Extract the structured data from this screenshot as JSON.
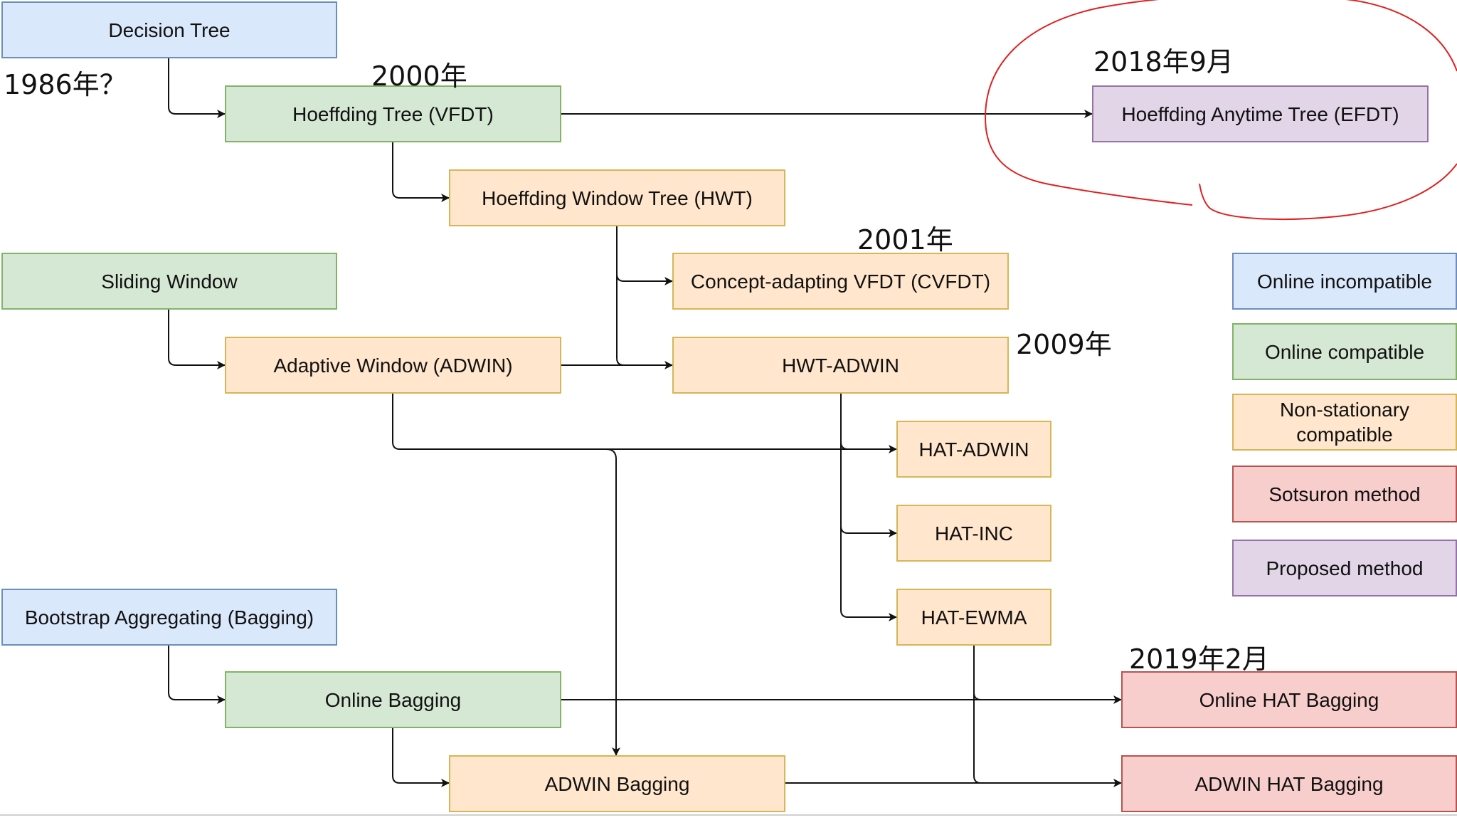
{
  "nodes": {
    "decision_tree": "Decision Tree",
    "hoeffding_tree": "Hoeffding Tree (VFDT)",
    "hoeffding_anytime_tree": "Hoeffding Anytime Tree (EFDT)",
    "hoeffding_window_tree": "Hoeffding Window Tree (HWT)",
    "sliding_window": "Sliding Window",
    "cvfdt": "Concept-adapting VFDT (CVFDT)",
    "adwin": "Adaptive Window (ADWIN)",
    "hwt_adwin": "HWT-ADWIN",
    "hat_adwin": "HAT-ADWIN",
    "hat_inc": "HAT-INC",
    "hat_ewma": "HAT-EWMA",
    "bagging": "Bootstrap Aggregating (Bagging)",
    "online_bagging": "Online Bagging",
    "adwin_bagging": "ADWIN Bagging",
    "online_hat_bagging": "Online HAT Bagging",
    "adwin_hat_bagging": "ADWIN HAT Bagging"
  },
  "years": {
    "y1986": "1986年？",
    "y2000": "2000年",
    "y2018": "2018年9月",
    "y2001": "2001年",
    "y2009": "2009年",
    "y2019": "2019年2月"
  },
  "legend": {
    "online_incompatible": "Online incompatible",
    "online_compatible": "Online compatible",
    "non_stationary": "Non-stationary compatible",
    "sotsuron": "Sotsuron method",
    "proposed": "Proposed method"
  },
  "colors": {
    "blue_fill": "#dae8fc",
    "green_fill": "#d5e8d4",
    "orange_fill": "#ffe6cc",
    "red_fill": "#f8cecc",
    "purple_fill": "#e1d5e7",
    "highlight_ellipse": "#e02020",
    "connector": "#111111"
  }
}
